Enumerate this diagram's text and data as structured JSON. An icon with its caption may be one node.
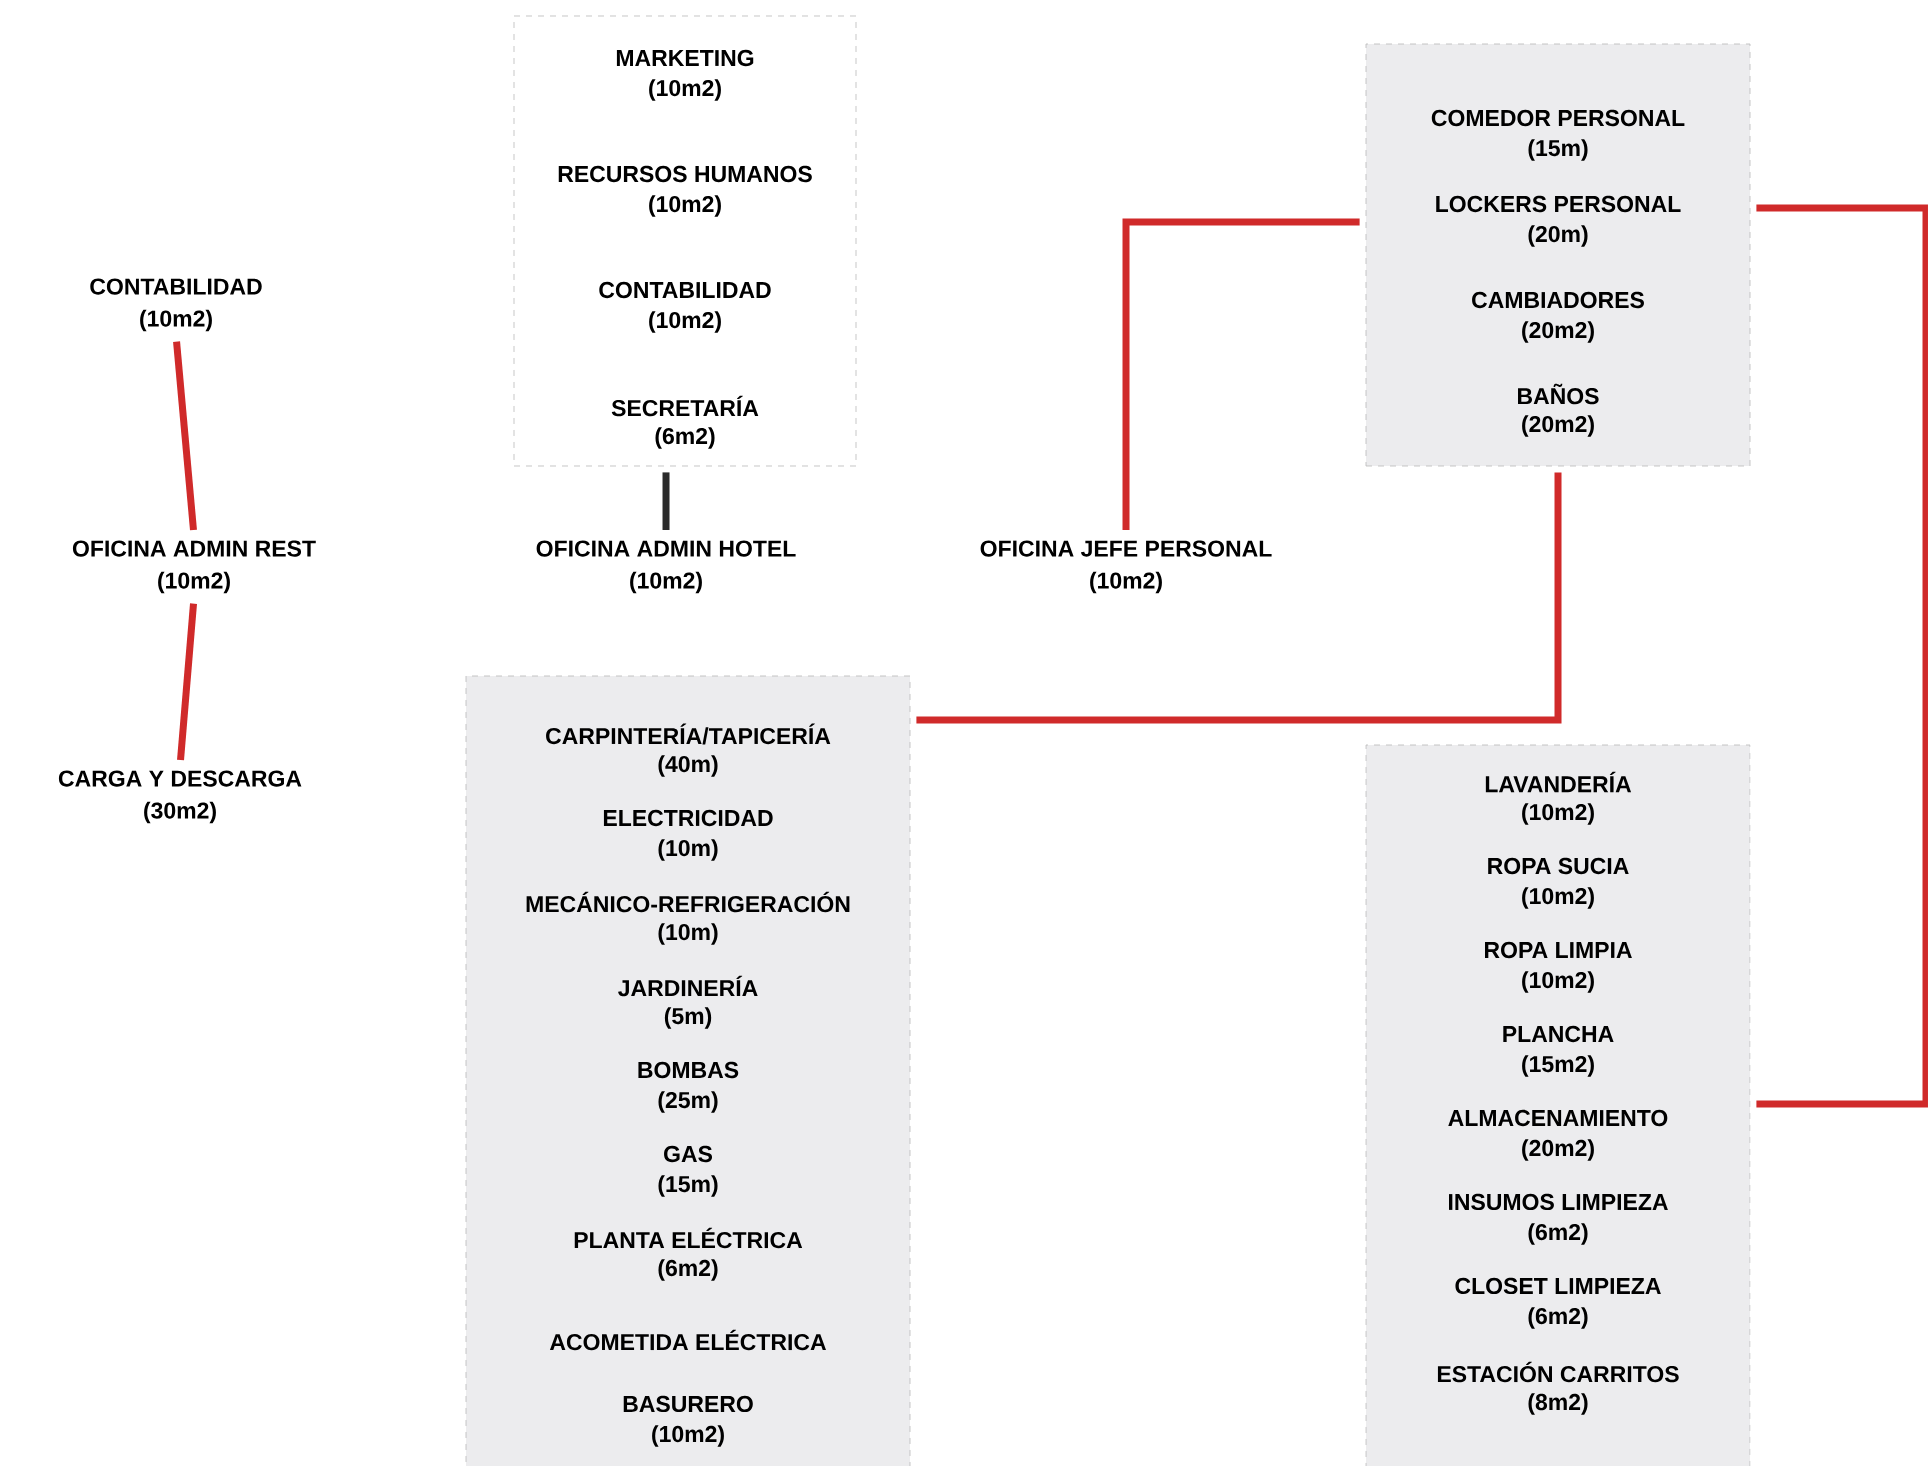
{
  "diagram": {
    "nodes": [
      {
        "text": [
          "CONTABILIDAD",
          "(10m2)"
        ]
      },
      {
        "text": [
          "MARKETING",
          "(10m2)",
          "RECURSOS HUMANOS",
          "(10m2)",
          "CONTABILIDAD",
          "(10m2)",
          "SECRETARÍA",
          "(6m2)"
        ]
      },
      {
        "text": [
          "COMEDOR PERSONAL",
          "(15m)",
          "LOCKERS PERSONAL",
          "(20m)",
          "CAMBIADORES",
          "(20m2)",
          "BAÑOS",
          "(20m2)"
        ]
      },
      {
        "text": [
          "OFICINA ADMIN REST",
          "(10m2)"
        ]
      },
      {
        "text": [
          "OFICINA ADMIN HOTEL",
          "(10m2)"
        ]
      },
      {
        "text": [
          "OFICINA JEFE PERSONAL",
          "(10m2)"
        ]
      },
      {
        "text": [
          "CARGA Y DESCARGA",
          "(30m2)"
        ]
      },
      {
        "text": [
          "CARPINTERÍA/TAPICERÍA",
          "(40m)",
          "ELECTRICIDAD",
          "(10m)",
          "MECÁNICO-REFRIGERACIÓN",
          "(10m)",
          "JARDINERÍA",
          "(5m)",
          "BOMBAS",
          "(25m)",
          "GAS",
          "(15m)",
          "PLANTA ELÉCTRICA",
          "(6m2)",
          "ACOMETIDA ELÉCTRICA",
          "BASURERO",
          "(10m2)"
        ]
      },
      {
        "text": [
          "LAVANDERÍA",
          "(10m2)",
          "ROPA SUCIA",
          "(10m2)",
          "ROPA LIMPIA",
          "(10m2)",
          "PLANCHA",
          "(15m2)",
          "ALMACENAMIENTO",
          "(20m2)",
          "INSUMOS LIMPIEZA",
          "(6m2)",
          "CLOSET LIMPIEZA",
          "(6m2)",
          "ESTACIÓN CARRITOS",
          "(8m2)"
        ]
      }
    ],
    "edges": [
      {
        "from": 0,
        "to": 3,
        "arrow": "none"
      },
      {
        "from": 3,
        "to": 6,
        "arrow": "none"
      },
      {
        "from": 1,
        "to": 4,
        "arrow": "none",
        "color": "#2b2b2b"
      },
      {
        "from": 5,
        "to": 2,
        "arrow": "none"
      },
      {
        "from": 7,
        "to": 2,
        "arrow": "none"
      },
      {
        "from": 2,
        "to": 8,
        "arrow": "none"
      }
    ]
  }
}
